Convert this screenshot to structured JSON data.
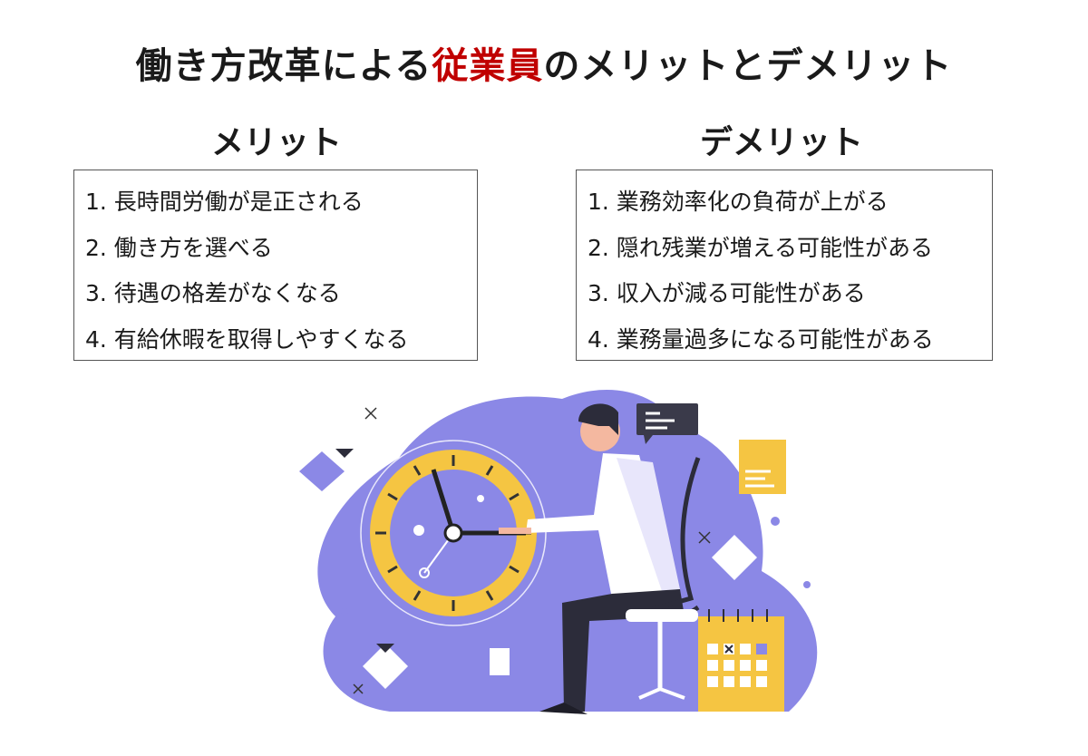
{
  "title": {
    "before": "働き方改革による",
    "accent": "従業員",
    "after": "のメリットとデメリット"
  },
  "merits": {
    "heading": "メリット",
    "items": [
      "1. 長時間労働が是正される",
      "2. 働き方を選べる",
      "3. 待遇の格差がなくなる",
      "4. 有給休暇を取得しやすくなる"
    ]
  },
  "demerits": {
    "heading": "デメリット",
    "items": [
      "1. 業務効率化の負荷が上がる",
      "2. 隠れ残業が増える可能性がある",
      "3. 収入が減る可能性がある",
      "4. 業務量過多になる可能性がある"
    ]
  },
  "colors": {
    "accent": "#c00000",
    "illustration_purple": "#8b88e6",
    "illustration_yellow": "#f5c542"
  },
  "illustration": {
    "description_icons": [
      "clock-icon",
      "person-at-desk",
      "chat-bubble-icon",
      "calendar-icon",
      "note-icon"
    ]
  }
}
